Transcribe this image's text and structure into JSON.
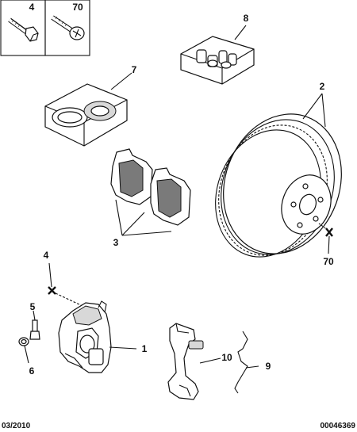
{
  "header_boxes": [
    {
      "number": "4",
      "icon": "bolt-hex-head-icon"
    },
    {
      "number": "70",
      "icon": "screw-countersunk-icon"
    }
  ],
  "callouts": {
    "c1": "1",
    "c2": "2",
    "c3": "3",
    "c4": "4",
    "c5": "5",
    "c6": "6",
    "c7": "7",
    "c8": "8",
    "c9": "9",
    "c10": "10",
    "c70": "70"
  },
  "footer": {
    "date": "03/2010",
    "reference": "00046369"
  }
}
